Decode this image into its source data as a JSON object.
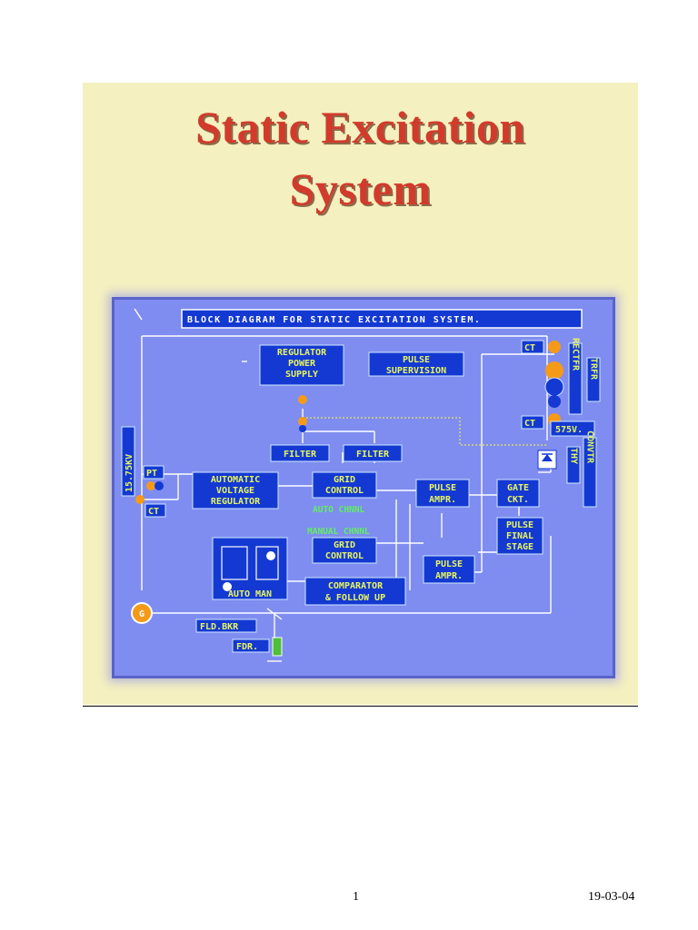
{
  "cover": {
    "title_line1": "Static Excitation",
    "title_line2": "System"
  },
  "diagram": {
    "heading": "BLOCK DIAGRAM FOR STATIC EXCITATION SYSTEM.",
    "blocks": {
      "regulator_power_supply": [
        "REGULATOR",
        "POWER",
        "SUPPLY"
      ],
      "pulse_supervision": [
        "PULSE",
        "SUPERVISION"
      ],
      "filter_1": "FILTER",
      "filter_2": "FILTER",
      "avr": [
        "AUTOMATIC",
        "VOLTAGE",
        "REGULATOR"
      ],
      "grid_control_auto": [
        "GRID",
        "CONTROL"
      ],
      "pulse_ampr_1": [
        "PULSE",
        "AMPR."
      ],
      "gate_ckt": [
        "GATE",
        "CKT."
      ],
      "pulse_final_stage": [
        "PULSE",
        "FINAL",
        "STAGE"
      ],
      "grid_control_manual": [
        "GRID",
        "CONTROL"
      ],
      "pulse_ampr_2": [
        "PULSE",
        "AMPR."
      ],
      "comparator": [
        "COMPARATOR",
        "& FOLLOW UP"
      ],
      "auto_man": "AUTO MAN"
    },
    "labels": {
      "auto_channel": "AUTO CHNNL",
      "manual_channel": "MANUAL CHNNL",
      "ct_top": "CT",
      "ct_mid": "CT",
      "ct_left": "CT",
      "pt": "PT",
      "v575": "575V.",
      "rectfr": "RECTFR",
      "trfr": "TRFR",
      "thy": "THY",
      "convtr": "CONVTR",
      "kv": "15.75KV",
      "fld_bkr": "FLD.BKR",
      "fdr": "FDR.",
      "gen": "G"
    }
  },
  "footer": {
    "page_number": "1",
    "date": "19-03-04"
  }
}
